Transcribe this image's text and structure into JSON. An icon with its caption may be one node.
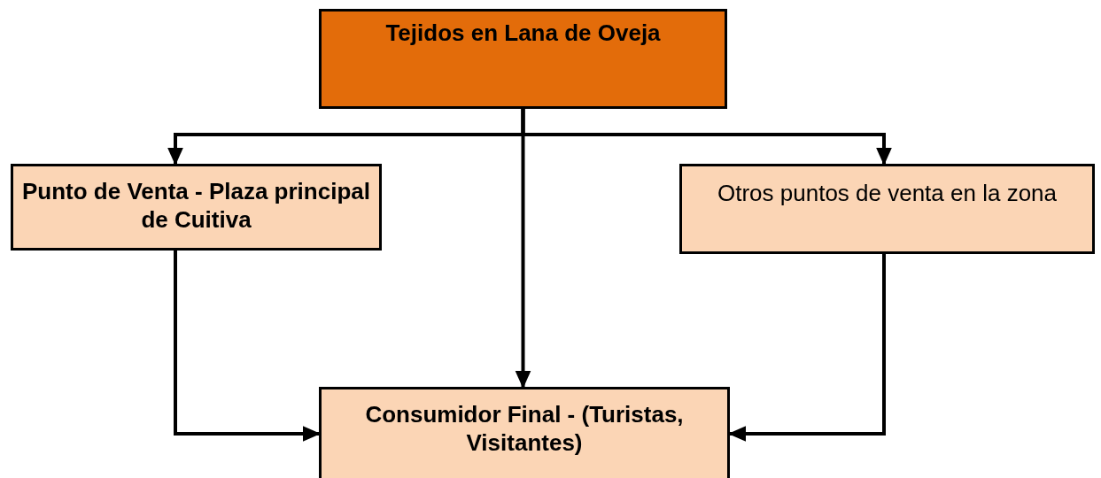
{
  "diagram": {
    "nodes": [
      {
        "text": [
          "Tejidos en Lana de Oveja"
        ]
      },
      {
        "text": [
          "Punto de Venta - Plaza principal de Cuitiva"
        ]
      },
      {
        "text": [
          "Otros puntos de venta en la zona"
        ]
      },
      {
        "text": [
          "Consumidor Final - (Turistas, Visitantes)"
        ]
      }
    ],
    "edges": [
      {
        "from": 0,
        "to": 1,
        "arrow": "to"
      },
      {
        "from": 0,
        "to": 3,
        "arrow": "to"
      },
      {
        "from": 0,
        "to": 2,
        "arrow": "to"
      },
      {
        "from": 1,
        "to": 3,
        "arrow": "to"
      },
      {
        "from": 2,
        "to": 3,
        "arrow": "to"
      }
    ]
  }
}
